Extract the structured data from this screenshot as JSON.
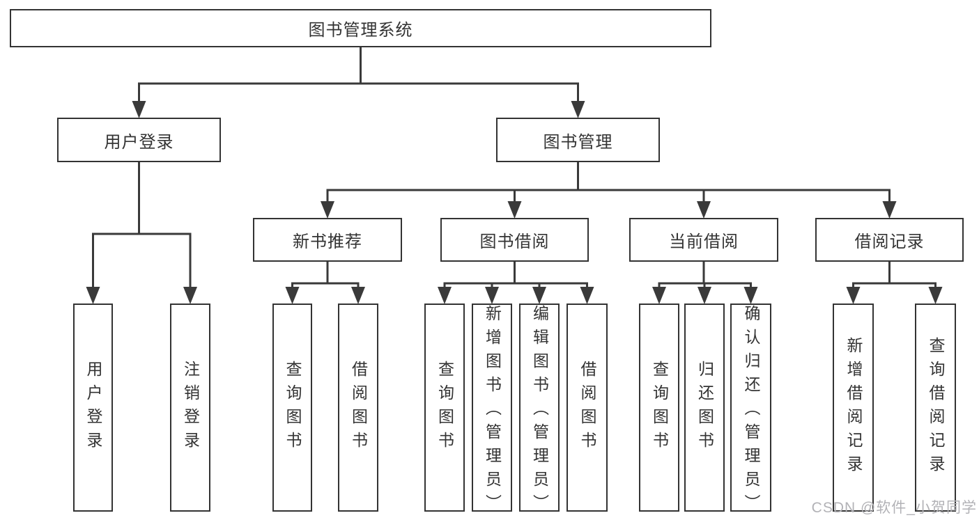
{
  "diagram": {
    "title": "图书管理系统",
    "type": "hierarchy-tree",
    "nodes": {
      "root": {
        "label": "图书管理系统"
      },
      "user_login": {
        "label": "用户登录"
      },
      "book_mgmt": {
        "label": "图书管理"
      },
      "new_book": {
        "label": "新书推荐"
      },
      "book_borrow": {
        "label": "图书借阅"
      },
      "current_borrow": {
        "label": "当前借阅"
      },
      "borrow_record": {
        "label": "借阅记录"
      },
      "login": {
        "label": "用户登录"
      },
      "logout": {
        "label": "注销登录"
      },
      "nb_query": {
        "label": "查询图书"
      },
      "nb_borrow": {
        "label": "借阅图书"
      },
      "bb_query": {
        "label": "查询图书"
      },
      "bb_add": {
        "label": "新增图书（管理员）"
      },
      "bb_edit": {
        "label": "编辑图书（管理员）"
      },
      "bb_borrow": {
        "label": "借阅图书"
      },
      "cb_query": {
        "label": "查询图书"
      },
      "cb_return": {
        "label": "归还图书"
      },
      "cb_confirm": {
        "label": "确认归还（管理员）"
      },
      "br_add": {
        "label": "新增借阅记录"
      },
      "br_query": {
        "label": "查询借阅记录"
      }
    },
    "edges": [
      {
        "from": "root",
        "to": [
          "user_login",
          "book_mgmt"
        ]
      },
      {
        "from": "user_login",
        "to": [
          "login",
          "logout"
        ]
      },
      {
        "from": "book_mgmt",
        "to": [
          "new_book",
          "book_borrow",
          "current_borrow",
          "borrow_record"
        ]
      },
      {
        "from": "new_book",
        "to": [
          "nb_query",
          "nb_borrow"
        ]
      },
      {
        "from": "book_borrow",
        "to": [
          "bb_query",
          "bb_add",
          "bb_edit",
          "bb_borrow"
        ]
      },
      {
        "from": "current_borrow",
        "to": [
          "cb_query",
          "cb_return",
          "cb_confirm"
        ]
      },
      {
        "from": "borrow_record",
        "to": [
          "br_add",
          "br_query"
        ]
      }
    ],
    "colors": {
      "line": "#3a3a3a",
      "border": "#333333",
      "text": "#333333",
      "background": "#ffffff",
      "watermark_text": "#b2b2b6"
    },
    "watermark": "CSDN @软件_小贺同学"
  }
}
